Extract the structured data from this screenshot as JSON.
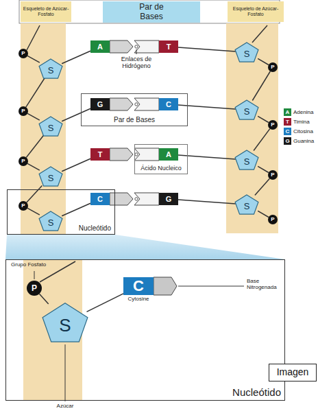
{
  "diagram": {
    "nodes": [
      {
        "text": [
          "Esqueleto de Azúcar-Fosfato"
        ]
      },
      {
        "text": [
          "Par de Bases"
        ]
      },
      {
        "text": [
          "Esqueleto de Azúcar-Fosfato"
        ]
      },
      {
        "text": [
          "P"
        ]
      },
      {
        "text": [
          "S"
        ]
      },
      {
        "text": [
          "A"
        ]
      },
      {
        "text": [
          "T"
        ]
      },
      {
        "text": [
          "S"
        ]
      },
      {
        "text": [
          "P"
        ]
      },
      {
        "text": [
          "Par de Bases"
        ]
      },
      {
        "text": [
          "P"
        ]
      },
      {
        "text": [
          "S"
        ]
      },
      {
        "text": [
          "G"
        ],
        "in": 9
      },
      {
        "text": [
          "C"
        ],
        "in": 9
      },
      {
        "text": [
          "S"
        ]
      },
      {
        "text": [
          "P"
        ]
      },
      {
        "text": [
          "P"
        ]
      },
      {
        "text": [
          "S"
        ]
      },
      {
        "text": [
          "T"
        ]
      },
      {
        "text": [
          "Ácido Nucleico"
        ]
      },
      {
        "text": [
          "A"
        ],
        "in": 19
      },
      {
        "text": [
          "S"
        ]
      },
      {
        "text": [
          "P"
        ]
      },
      {
        "text": [
          "Nucleótido"
        ]
      },
      {
        "text": [
          "P"
        ],
        "in": 23
      },
      {
        "text": [
          "S"
        ],
        "in": 23
      },
      {
        "text": [
          "C"
        ],
        "in": 23
      },
      {
        "text": [
          "G"
        ]
      },
      {
        "text": [
          "S"
        ]
      },
      {
        "text": [
          "P"
        ]
      },
      {
        "text": [
          "Nucleótido"
        ]
      },
      {
        "text": [
          "P"
        ],
        "in": 30
      },
      {
        "text": [
          "S"
        ],
        "in": 30
      },
      {
        "text": [
          "C",
          "Cytosine"
        ],
        "in": 30
      },
      {
        "text": [
          "Imagen"
        ]
      }
    ],
    "edges": [
      {
        "from": 3,
        "to": 4,
        "arrow": "none"
      },
      {
        "from": 4,
        "to": 5,
        "arrow": "none"
      },
      {
        "from": 6,
        "to": 7,
        "arrow": "none"
      },
      {
        "from": 7,
        "to": 8,
        "arrow": "none"
      },
      {
        "from": 4,
        "to": 10,
        "arrow": "none"
      },
      {
        "from": 8,
        "to": 14,
        "arrow": "none"
      },
      {
        "from": 10,
        "to": 11,
        "arrow": "none"
      },
      {
        "from": 11,
        "to": 12,
        "arrow": "none"
      },
      {
        "from": 13,
        "to": 14,
        "arrow": "none"
      },
      {
        "from": 14,
        "to": 15,
        "arrow": "none"
      },
      {
        "from": 11,
        "to": 16,
        "arrow": "none"
      },
      {
        "from": 15,
        "to": 21,
        "arrow": "none"
      },
      {
        "from": 16,
        "to": 17,
        "arrow": "none"
      },
      {
        "from": 17,
        "to": 18,
        "arrow": "none"
      },
      {
        "from": 20,
        "to": 21,
        "arrow": "none"
      },
      {
        "from": 21,
        "to": 22,
        "arrow": "none"
      },
      {
        "from": 17,
        "to": 24,
        "arrow": "none"
      },
      {
        "from": 22,
        "to": 28,
        "arrow": "none"
      },
      {
        "from": 24,
        "to": 25,
        "arrow": "none"
      },
      {
        "from": 25,
        "to": 26,
        "arrow": "none"
      },
      {
        "from": 27,
        "to": 28,
        "arrow": "none"
      },
      {
        "from": 28,
        "to": 29,
        "arrow": "none"
      },
      {
        "from": 31,
        "to": 32,
        "arrow": "none"
      },
      {
        "from": 32,
        "to": 33,
        "arrow": "none"
      }
    ],
    "labels": [
      "Enlaces de Hidrógeno",
      "A",
      "T",
      "C",
      "G",
      "Grupo Fosfato",
      "Base Nitrogenada",
      "Azúcar"
    ],
    "legend": [
      {
        "text": "Adenina",
        "color": "#1f8a3e"
      },
      {
        "text": "Timina",
        "color": "#9b1b30"
      },
      {
        "text": "Citosina",
        "color": "#1c7cc0"
      },
      {
        "text": "Guanina",
        "color": "#1a1a1a"
      }
    ]
  }
}
